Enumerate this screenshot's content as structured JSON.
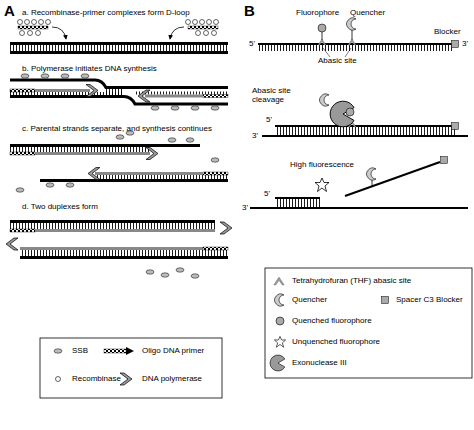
{
  "diagram": {
    "labels": [
      "A",
      "a. Recombinase-primer complexes form D-loop",
      "b. Polymerase initiates DNA synthesis",
      "c. Parental strands separate, and synthesis continues",
      "d. Two duplexes form",
      "B",
      "Fluorophore",
      "Quencher",
      "5'",
      "Abasic site",
      "Blocker",
      "3'",
      "Abasic site cleavage",
      "5'",
      "3'",
      "High fluorescence",
      "5'",
      "3'"
    ],
    "legend": [
      {
        "text": "SSB"
      },
      {
        "text": "Oligo DNA primer"
      },
      {
        "text": "Recombinase"
      },
      {
        "text": "DNA polymerase"
      },
      {
        "text": "Tetrahydrofuran (THF) abasic site"
      },
      {
        "text": "Quencher"
      },
      {
        "text": "Spacer C3 Blocker"
      },
      {
        "text": "Quenched fluorophore"
      },
      {
        "text": "Unquenched fluorophore"
      },
      {
        "text": "Exonuclease III"
      }
    ]
  }
}
